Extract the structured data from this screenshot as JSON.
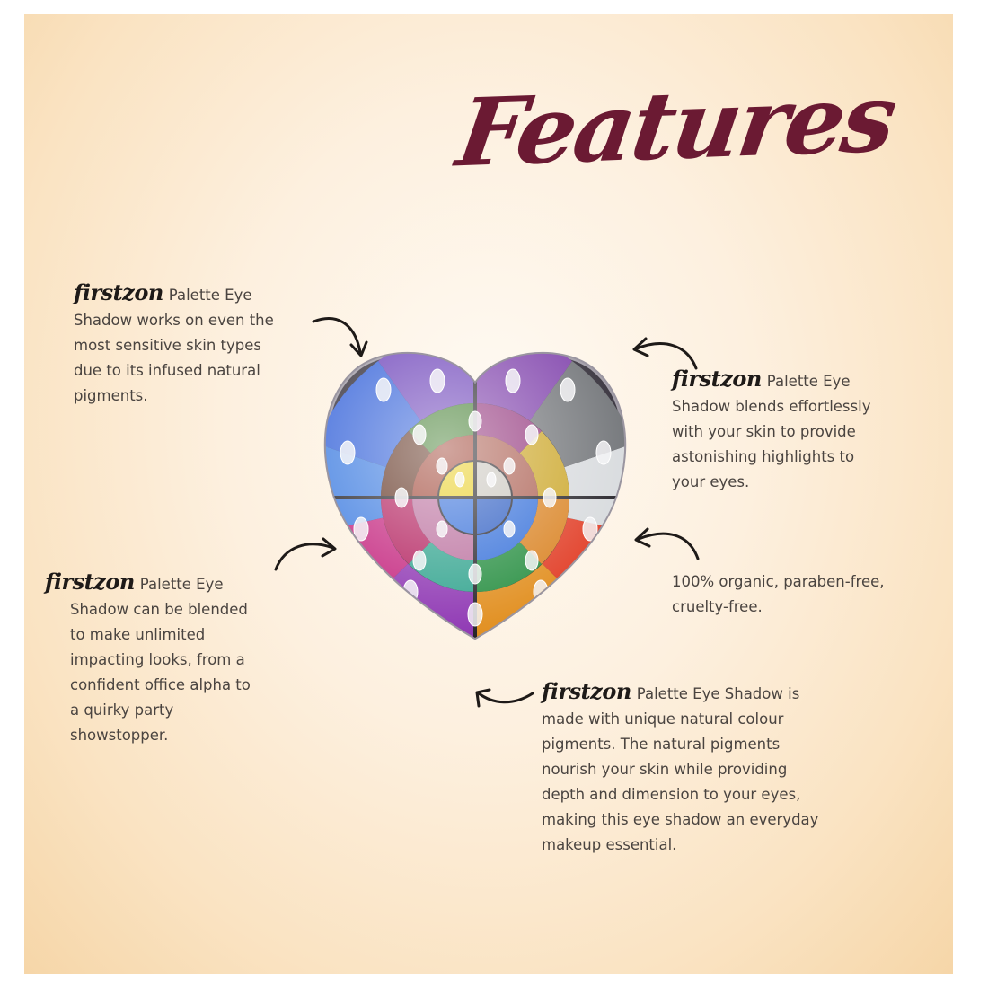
{
  "headline": "Features",
  "colors": {
    "headline": "#6b1a33",
    "text": "#4a4440",
    "background": "#fdf0df"
  },
  "brand": "firstzon",
  "features": [
    {
      "lines": [
        "Palette Eye",
        "Shadow works on even the",
        "most sensitive skin types",
        "due to its infused natural",
        "pigments."
      ]
    },
    {
      "lines": [
        "Palette Eye",
        "Shadow blends effortlessly",
        "with your skin to provide",
        "astonishing highlights to",
        "your eyes."
      ]
    },
    {
      "lines": [
        "Palette Eye",
        "Shadow can be blended",
        "to make unlimited",
        "impacting looks, from a",
        "confident office alpha to",
        "a quirky party",
        "showstopper."
      ]
    },
    {
      "lines": [
        "100% organic, paraben-free,",
        "cruelty-free."
      ]
    },
    {
      "lines": [
        "Palette Eye Shadow is",
        "made with unique natural colour",
        "pigments. The natural pigments",
        "nourish your skin while providing",
        "depth and dimension to your eyes,",
        "making this eye shadow an everyday",
        "makeup essential."
      ]
    }
  ],
  "icons": [
    "curved-arrow-icon",
    "heart-palette-icon"
  ]
}
